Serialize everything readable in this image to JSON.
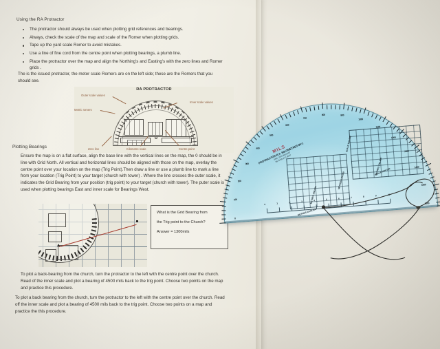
{
  "document": {
    "heading": "Using the RA Protractor",
    "bullets": [
      "The protractor should always be used when plotting grid references and bearings.",
      "Always, check the scale of the map and scale of the Romer when plotting grids.",
      "Tape up the yard scale Romer to avoid mistakes.",
      "Use a line of fine cord from the centre point when plotting bearings, a plumb line.",
      "Place the protractor over the map and align the Northing's and Easting's with the zero lines and Romer grids ."
    ],
    "intro_paragraph": "The is the issued protractor, the meter scale Romers are on the left side; these are the Romers that you should see.",
    "section_heading": "Plotting Bearings",
    "plotting_paragraph": "Ensure the map is on a flat surface, align the base line with the vertical lines on the map, the 0 should be in line with Grid North. All vertical and horizontal lines should be aligned with those on the map, overlay the centre point over your location on the map (Trig Point).Then draw a line or use a plumb line to mark a line from your location (Trig Point) to your target (church with tower) . Where the line crosses the outer scale, it indicates the Grid Bearing from your position (trig point) to your target (church with tower). The puter scale is used when plotting bearings East and inner scale for Bearings West.",
    "back_bearing_paragraph_1": "To plot a back-bearing  from the church, turn the protractor to the left with the centre point over the church. Read of the inner scale and plot a bearing of 4500 mils back to the trig point. Choose two points on the map and practice this procedure.",
    "back_bearing_paragraph_2": "To plot a back bearing from the church, turn the protractor to the left with the centre point over the church. Read off the inner scale and plot a bearing of 4500 mils back to the trig point. Choose two points on a map and practice the this procedure."
  },
  "figure_protractor_diagram": {
    "title": "RA PROTRACTOR",
    "labels": {
      "outer_scale": "Outer scale values",
      "metric_romers": "Metric romers",
      "inner_scale": "Inner scale values",
      "zero_line": "Zero line",
      "kilometre_scale": "Kilometre scale",
      "centre_point": "Centre point"
    }
  },
  "figure_map": {
    "caption": "",
    "trig_point_label": "",
    "church_label": ""
  },
  "question_box": {
    "line1": "What is the Grid Bearing from",
    "line2": "the Trig point to the Church?",
    "line3": "Answer = 1300mils"
  },
  "physical_protractor": {
    "brand": "MILS",
    "model_line": "PROTRACTOR R.A. MILOMETRES 80:1",
    "code_line": "4/90 / 200-360/1197",
    "nsn_line": "6675-99-277-0007",
    "romer_labels": [
      "METRES 1/100,000",
      "METRES 1/50,000",
      "METRES 1/25,000",
      "METRES 1/10,000",
      "SCALE 1/50 000",
      "SCALE 1/25 000"
    ],
    "scale_numbers": [
      "0",
      "1",
      "2",
      "3",
      "4",
      "5",
      "6",
      "7",
      "8",
      "9",
      "10"
    ],
    "mil_numbers": [
      "0",
      "100",
      "200",
      "300",
      "400",
      "500",
      "600",
      "700",
      "800",
      "900",
      "1000",
      "1100",
      "1200",
      "1300",
      "1400",
      "1500",
      "1600"
    ],
    "accent_color": "#a23b4a",
    "body_color": "#a7d9e6"
  },
  "cord": {
    "name": "plumb-line-cord",
    "color": "#2d2d2a"
  }
}
